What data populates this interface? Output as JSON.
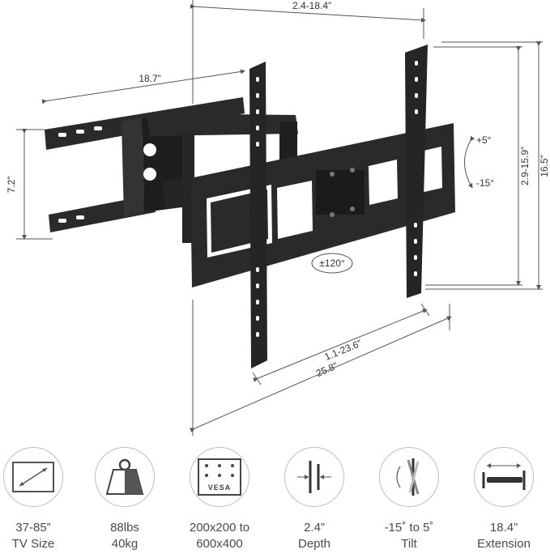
{
  "dimensions": {
    "depth_range": "2.4-18.4”",
    "arm_length": "18.7”",
    "wall_plate_height": "7.2”",
    "vertical_adjust": "2.9-15.9”",
    "overall_height": "16.5”",
    "tilt_up": "+5°",
    "tilt_down": "-15°",
    "rotation": "±120°",
    "horizontal_adjust": "1.1-23.6”",
    "overall_width": "25.8”"
  },
  "specs": [
    {
      "icon": "tv-size-icon",
      "line1": "37-85”",
      "line2": "TV Size"
    },
    {
      "icon": "weight-icon",
      "line1": "88lbs",
      "line2": "40kg"
    },
    {
      "icon": "vesa-icon",
      "icon_label": "VESA",
      "line1": "200x200 to",
      "line2": "600x400"
    },
    {
      "icon": "depth-icon",
      "line1": "2.4”",
      "line2": "Depth"
    },
    {
      "icon": "tilt-icon",
      "line1": "-15˚ to 5˚",
      "line2": "Tilt"
    },
    {
      "icon": "extension-icon",
      "line1": "18.4”",
      "line2": "Extension"
    }
  ]
}
